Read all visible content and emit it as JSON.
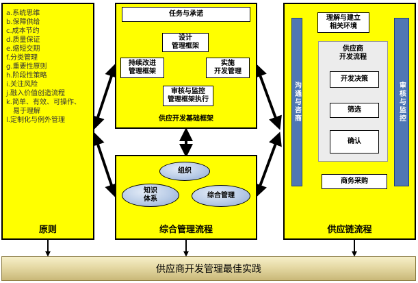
{
  "principles": {
    "items": [
      "a.系统思维",
      "b.保障供给",
      "c.成本节约",
      "d.质量保证",
      "e.缩短交期",
      "f.分类管理",
      "g.重要性原则",
      "h.阶段性策略",
      "i.关注风险",
      "j.融入价值创造流程",
      "k.简单、有效、可操作、",
      "易于理解",
      "l.定制化与例外管理"
    ],
    "title": "原则"
  },
  "framework": {
    "task": "任务与承诺",
    "design": "设计\n管理框架",
    "improve": "持续改进\n管理框架",
    "implement": "实施\n开发管理",
    "audit": "审核与监控\n管理框架执行",
    "title": "供应开发基础框架"
  },
  "integrated": {
    "org": "组织",
    "knowledge": "知识\n体系",
    "mgmt": "综合管理",
    "title": "综合管理流程"
  },
  "supply": {
    "understand": "理解与建立\n相关环境",
    "flow_title": "供应商\n开发流程",
    "decision": "开发决策",
    "screen": "筛选",
    "confirm": "确认",
    "procure": "商务采购",
    "left_bar": "沟通与咨商",
    "right_bar": "审核与监控",
    "title": "供应链流程"
  },
  "banner": "供应商开发管理最佳实践",
  "colors": {
    "panel": "#ffff00",
    "bar": "#4f77b3",
    "banner": "#e5d9a4"
  }
}
